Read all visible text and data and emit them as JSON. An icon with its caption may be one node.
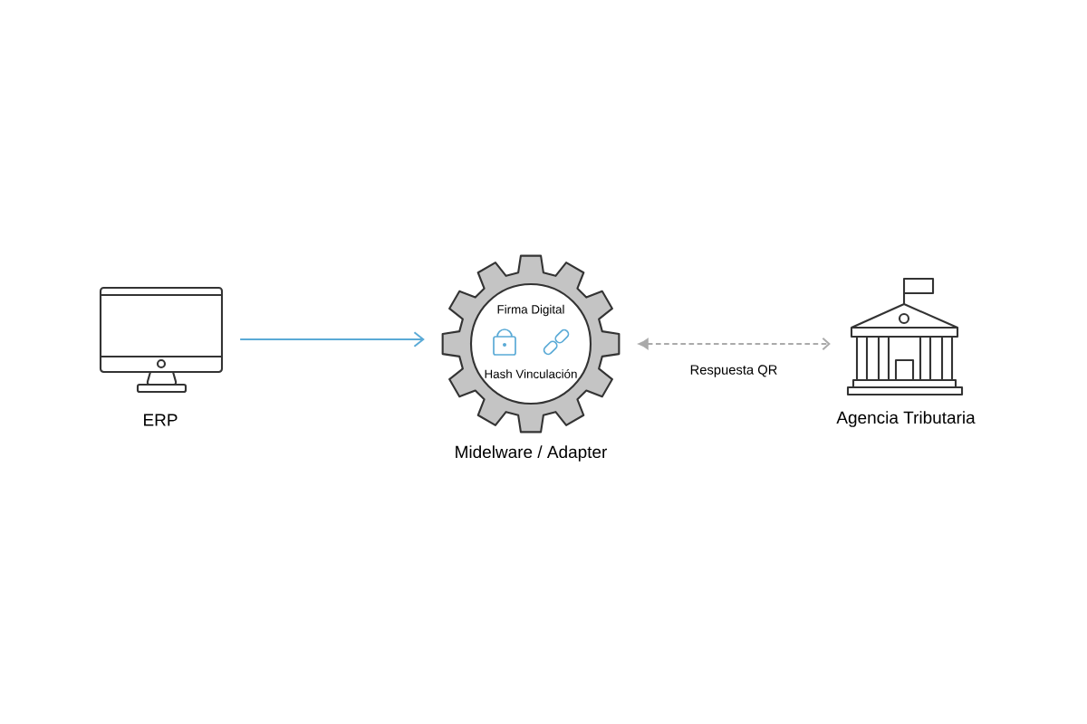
{
  "diagram": {
    "nodes": [
      {
        "text": [
          "ERP"
        ]
      },
      {
        "text": [
          "Firma Digital",
          "Hash Vinculación",
          "Midelware / Adapter"
        ]
      },
      {
        "text": [
          "Agencia Tributaria"
        ]
      }
    ],
    "edges": [
      {
        "from": 0,
        "to": 1,
        "arrow": "to",
        "color": "#5aaad6"
      },
      {
        "from": 1,
        "to": 2,
        "arrow": "both",
        "style": "dashed",
        "color": "#aaaaaa",
        "label": "Respuesta QR"
      }
    ]
  }
}
